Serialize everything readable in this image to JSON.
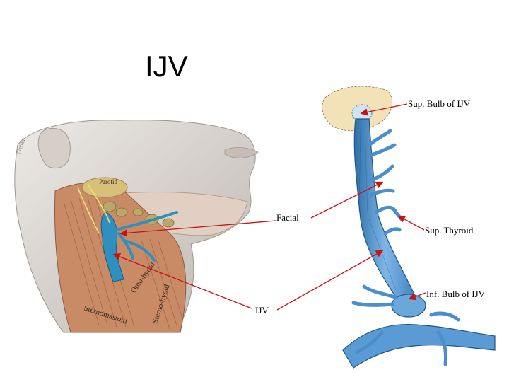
{
  "title": "IJV",
  "left_illustration": {
    "labels": {
      "parotid": "Parotid",
      "omohyoid": "Omo-hyoid",
      "sternohyoid": "Sterno-hyoid",
      "sternomastoid": "Sternomastoid",
      "signature": "Netter"
    }
  },
  "callouts": {
    "sup_bulb": "Sup. Bulb of IJV",
    "facial": "Facial",
    "sup_thyroid": "Sup. Thyroid",
    "inf_bulb": "Inf. Bulb of IJV",
    "ijv": "IJV"
  },
  "colors": {
    "arrow": "#cc1111",
    "vein": "#5b9bd5",
    "vein_dark": "#2f6fa8",
    "muscle": "#c98a66",
    "skin": "#d9d4cf"
  }
}
